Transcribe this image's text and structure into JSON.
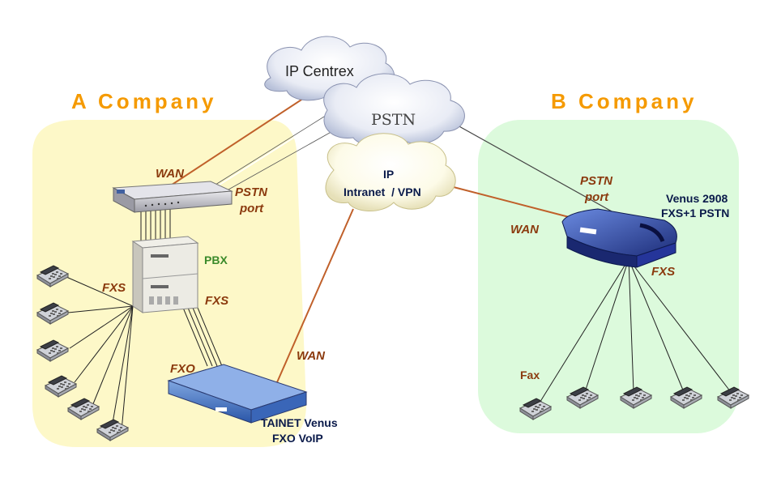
{
  "zones": {
    "a_company": {
      "title": "A Company"
    },
    "b_company": {
      "title": "B Company"
    }
  },
  "clouds": {
    "ip_centrex": "IP Centrex",
    "pstn": "PSTN",
    "ip_intranet_line1": "IP",
    "ip_intranet_line2": "Intranet  / VPN"
  },
  "labels": {
    "wan_router": "WAN",
    "pstn_port_a_1": "PSTN",
    "pstn_port_a_2": "port",
    "pbx": "PBX",
    "fxs_left": "FXS",
    "fxs_pbx": "FXS",
    "fxo": "FXO",
    "wan_gateway": "WAN",
    "tainet_1": "TAINET Venus",
    "tainet_2": "FXO VoIP",
    "pstn_port_b_1": "PSTN",
    "pstn_port_b_2": "port",
    "venus_1": "Venus 2908",
    "venus_2": "FXS+1 PSTN",
    "wan_b": "WAN",
    "fxs_b": "FXS",
    "fax": "Fax"
  },
  "colors": {
    "zone_a": "#fdf8c8",
    "zone_b": "#dcfadc",
    "title": "#f59a00",
    "label": "#8b3a0e",
    "pbx_label": "#3a8a2a",
    "wan_line": "#c0602a",
    "dark_label": "#0a1a4a"
  }
}
